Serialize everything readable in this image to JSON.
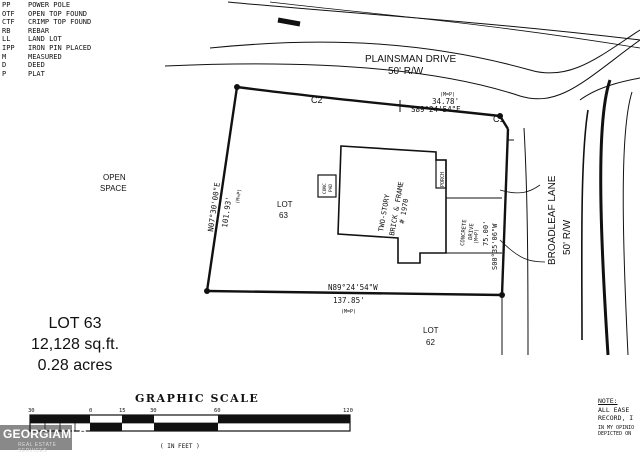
{
  "legend": [
    {
      "abbr": "PP",
      "meaning": "POWER POLE"
    },
    {
      "abbr": "OTF",
      "meaning": "OPEN TOP FOUND"
    },
    {
      "abbr": "CTF",
      "meaning": "CRIMP TOP FOUND"
    },
    {
      "abbr": "RB",
      "meaning": "REBAR"
    },
    {
      "abbr": "LL",
      "meaning": "LAND LOT"
    },
    {
      "abbr": "IPP",
      "meaning": "IRON PIN PLACED"
    },
    {
      "abbr": "M",
      "meaning": "MEASURED"
    },
    {
      "abbr": "D",
      "meaning": "DEED"
    },
    {
      "abbr": "P",
      "meaning": "PLAT"
    }
  ],
  "streets": {
    "plainsman": {
      "name": "PLAINSMAN DRIVE",
      "row": "50' R/W"
    },
    "broadleaf": {
      "name": "BROADLEAF LANE",
      "row": "50' R/W"
    }
  },
  "curves": {
    "c1": "C1",
    "c2": "C2"
  },
  "bearings": {
    "north": {
      "bearing": "S89°24'54\"E",
      "distance": "34.78'",
      "source": "(M=P)"
    },
    "west": {
      "bearing": "N07°30'00\"E",
      "distance": "101.93'",
      "source": "(M=P)"
    },
    "east": {
      "bearing": "S00°35'06\"W",
      "distance": "75.00'",
      "source": "(M=P)"
    },
    "south": {
      "bearing": "N89°24'54\"W",
      "distance": "137.85'",
      "source": "(M=P)"
    }
  },
  "labels": {
    "open_space_1": "OPEN",
    "open_space_2": "SPACE",
    "lot63_1": "LOT",
    "lot63_2": "63",
    "lot62_1": "LOT",
    "lot62_2": "62",
    "house_1": "TWO-STORY",
    "house_2": "BRICK & FRAME",
    "house_3": "# 1970",
    "porch": "PORCH",
    "drive_1": "CONCRETE",
    "drive_2": "DRIVE",
    "deck_1": "CONC",
    "deck_2": "PAD"
  },
  "summary": {
    "lot": "LOT 63",
    "area_sqft": "12,128 sq.ft.",
    "area_acres": "0.28 acres"
  },
  "scale": {
    "title": "GRAPHIC SCALE",
    "ticks": [
      "30",
      "0",
      "15",
      "30",
      "60",
      "120"
    ],
    "unit": "( IN FEET )"
  },
  "note": {
    "heading": "NOTE:",
    "line1": "ALL EASE",
    "line2": "RECORD, I",
    "line3": "IN MY OPINIO",
    "line4": "DEPICTED ON"
  },
  "watermark": {
    "brand": "GEORGIAMLS",
    "sub": "REAL ESTATE SERVICES"
  }
}
